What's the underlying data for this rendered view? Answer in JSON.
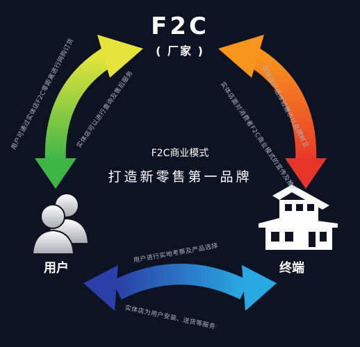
{
  "nodes": {
    "factory_title": "F2C",
    "factory_subtitle": "( 厂家 )",
    "user_label": "用户",
    "terminal_label": "终端"
  },
  "center": {
    "model_label": "F2C商业模式",
    "slogan": "打造新零售第一品牌"
  },
  "arrow_notes": {
    "left_outer": "用户可通过实体店F2C零距离进行网购订货",
    "left_inner": "实体店可以进行查询及售后服务",
    "right_outer": "实体店产品体验展示以品牌树立",
    "right_inner": "实体店面对消费者F2C商业模式的宣传及推广",
    "bottom_outer": "实体店为用户安装、送货等服务",
    "bottom_inner": "用户进行实地考察及产品选择"
  },
  "colors": {
    "background": "#0d1322",
    "left_arrow_top": "#e6e43a",
    "left_arrow_bottom": "#39b54a",
    "right_arrow_top": "#f7941d",
    "right_arrow_bottom": "#e8352b",
    "bottom_arrow_left": "#2b3fa8",
    "bottom_arrow_right": "#29a9e1"
  }
}
